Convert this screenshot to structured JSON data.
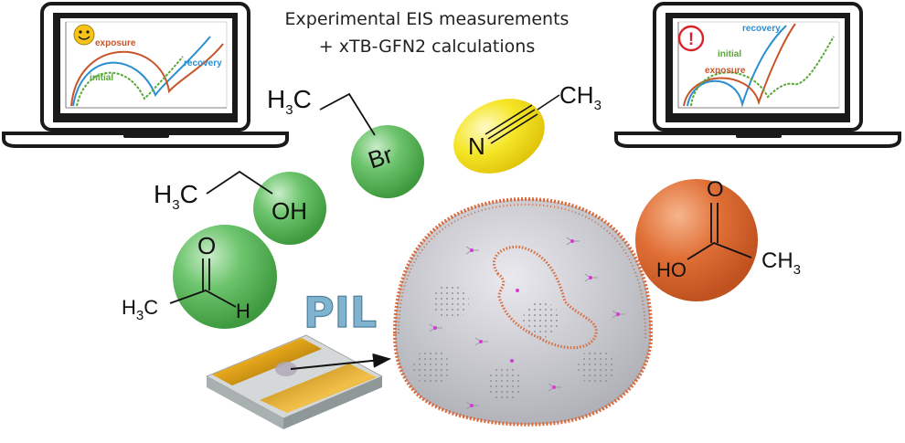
{
  "header": {
    "line1": "Experimental EIS measurements",
    "line2": "+ xTB-GFN2 calculations"
  },
  "laptop_left": {
    "labels": {
      "exposure": "exposure",
      "recovery": "recovery",
      "initial": "initial"
    },
    "badge_icon": "smiley-face-icon",
    "colors": {
      "exposure": "#c8542a",
      "recovery": "#2a8fd0",
      "initial": "#5aa83a"
    }
  },
  "laptop_right": {
    "labels": {
      "recovery": "recovery",
      "initial": "initial",
      "exposure": "exposure"
    },
    "badge_icon": "warning-exclamation-icon",
    "badge_symbol": "!",
    "colors": {
      "exposure": "#c8542a",
      "recovery": "#2a8fd0",
      "initial": "#5aa83a"
    }
  },
  "molecules": {
    "bromoethane": {
      "h": "H",
      "sub": "3",
      "c": "C",
      "atom": "Br",
      "color": "#5cb85c"
    },
    "acetonitrile": {
      "n": "N",
      "ch": "CH",
      "sub": "3",
      "color": "#f2e21a"
    },
    "ethanol": {
      "h": "H",
      "sub": "3",
      "c": "C",
      "atom": "OH",
      "color": "#5cb85c"
    },
    "acetaldehyde": {
      "o": "O",
      "h": "H",
      "sub": "3",
      "c": "C",
      "h2": "H",
      "color": "#5cb85c"
    },
    "acetic_acid": {
      "o": "O",
      "ho": "HO",
      "ch": "CH",
      "sub": "3",
      "color": "#d9632a"
    }
  },
  "pil_label": "PIL",
  "colors": {
    "pil_text": "#7fb3cf",
    "membrane": "#c9c9cf",
    "polymer": "#d86a3a"
  }
}
